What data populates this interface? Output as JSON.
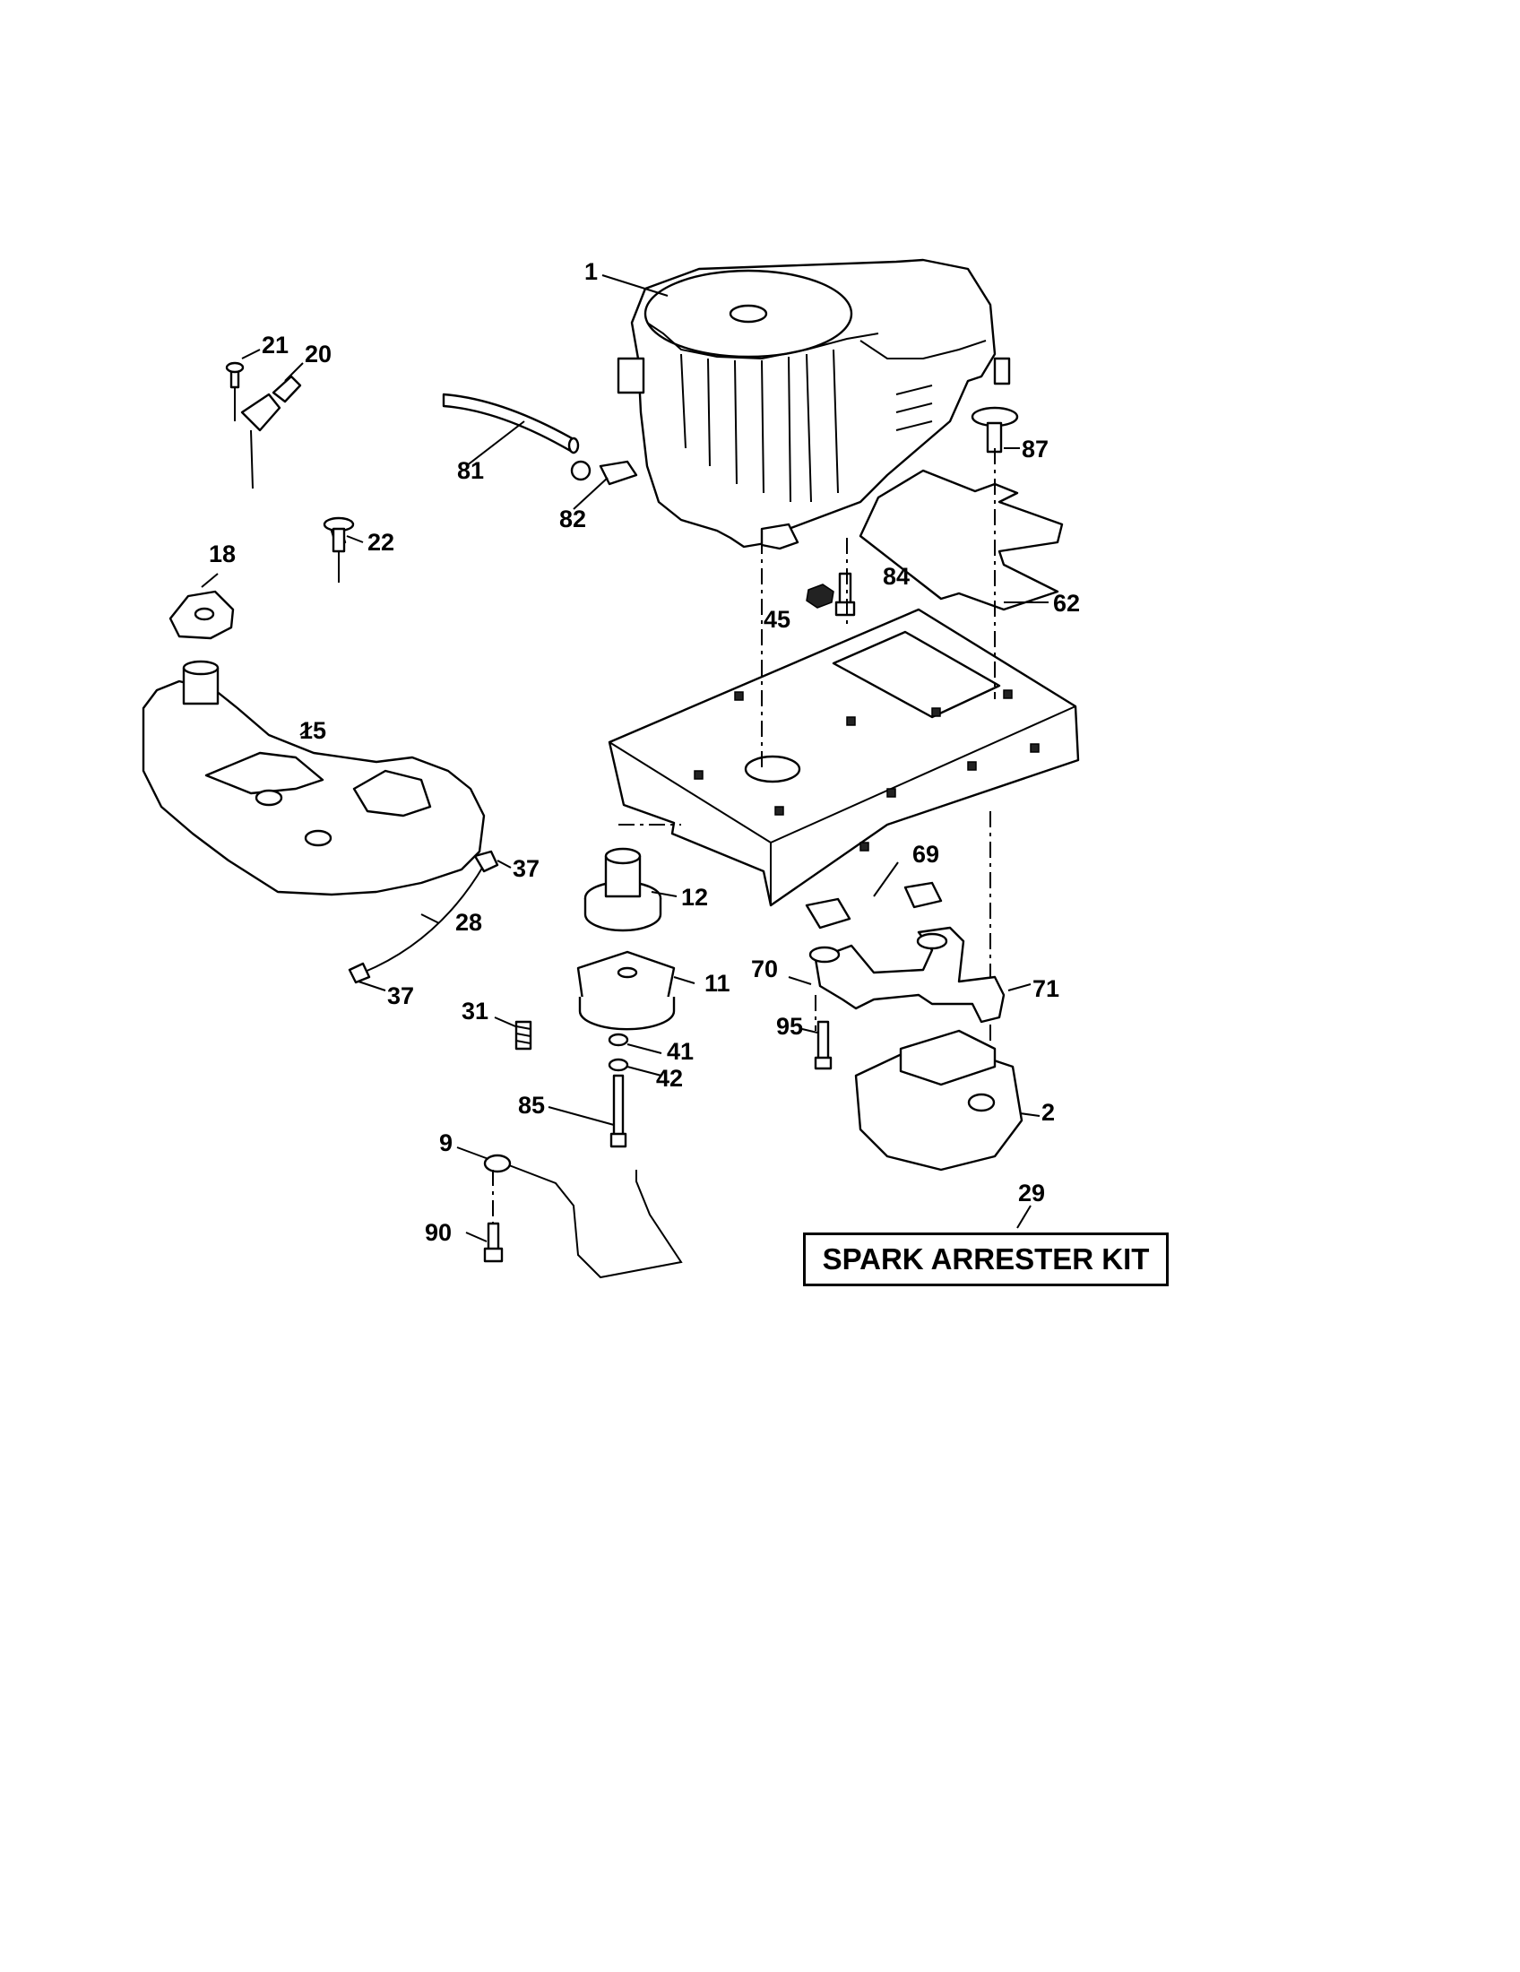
{
  "callouts": {
    "c1": "1",
    "c2": "2",
    "c9": "9",
    "c11": "11",
    "c12": "12",
    "c15": "15",
    "c18": "18",
    "c20": "20",
    "c21": "21",
    "c22": "22",
    "c28": "28",
    "c29": "29",
    "c31": "31",
    "c37a": "37",
    "c37b": "37",
    "c41": "41",
    "c42": "42",
    "c45": "45",
    "c62": "62",
    "c69": "69",
    "c70": "70",
    "c71": "71",
    "c81": "81",
    "c82": "82",
    "c84": "84",
    "c85": "85",
    "c87": "87",
    "c90": "90",
    "c95": "95"
  },
  "kit_label": "SPARK ARRESTER KIT"
}
